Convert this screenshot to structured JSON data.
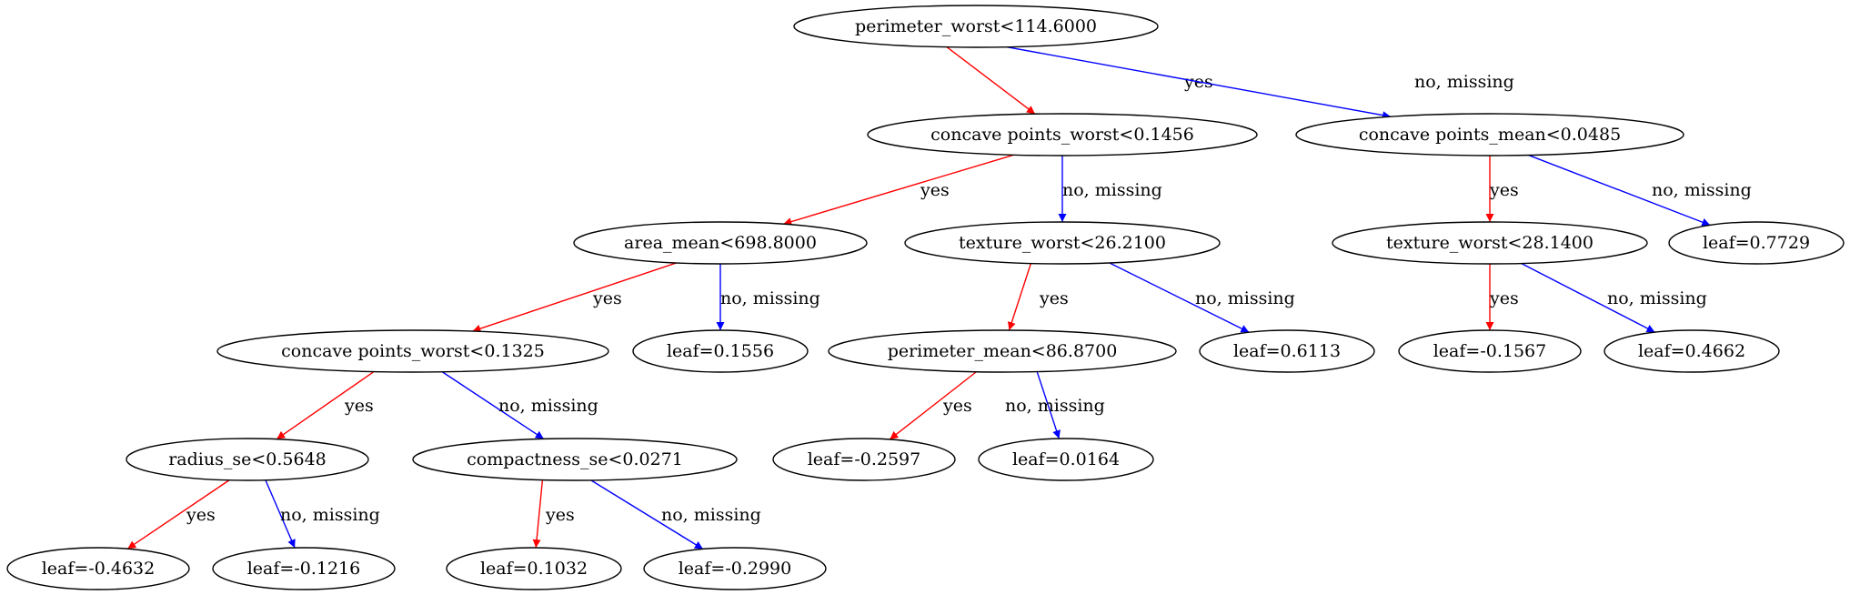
{
  "colors": {
    "yes": "#ff0000",
    "no": "#0000ff",
    "node_stroke": "#000000"
  },
  "nodes": [
    {
      "id": "n0",
      "label": "perimeter_worst<114.6000"
    },
    {
      "id": "n1",
      "label": "concave points_worst<0.1456"
    },
    {
      "id": "n2",
      "label": "concave points_mean<0.0485"
    },
    {
      "id": "n3",
      "label": "area_mean<698.8000"
    },
    {
      "id": "n4",
      "label": "texture_worst<26.2100"
    },
    {
      "id": "n5",
      "label": "texture_worst<28.1400"
    },
    {
      "id": "n6",
      "label": "leaf=0.7729"
    },
    {
      "id": "n7",
      "label": "concave points_worst<0.1325"
    },
    {
      "id": "n8",
      "label": "leaf=0.1556"
    },
    {
      "id": "n9",
      "label": "perimeter_mean<86.8700"
    },
    {
      "id": "n10",
      "label": "leaf=0.6113"
    },
    {
      "id": "n11",
      "label": "leaf=-0.1567"
    },
    {
      "id": "n12",
      "label": "leaf=0.4662"
    },
    {
      "id": "n13",
      "label": "radius_se<0.5648"
    },
    {
      "id": "n14",
      "label": "compactness_se<0.0271"
    },
    {
      "id": "n15",
      "label": "leaf=-0.2597"
    },
    {
      "id": "n16",
      "label": "leaf=0.0164"
    },
    {
      "id": "n17",
      "label": "leaf=-0.4632"
    },
    {
      "id": "n18",
      "label": "leaf=-0.1216"
    },
    {
      "id": "n19",
      "label": "leaf=0.1032"
    },
    {
      "id": "n20",
      "label": "leaf=-0.2990"
    }
  ],
  "edges": [
    {
      "from": "n0",
      "to": "n1",
      "label": "yes",
      "kind": "yes"
    },
    {
      "from": "n0",
      "to": "n2",
      "label": "no, missing",
      "kind": "no"
    },
    {
      "from": "n1",
      "to": "n3",
      "label": "yes",
      "kind": "yes"
    },
    {
      "from": "n1",
      "to": "n4",
      "label": "no, missing",
      "kind": "no"
    },
    {
      "from": "n2",
      "to": "n5",
      "label": "yes",
      "kind": "yes"
    },
    {
      "from": "n2",
      "to": "n6",
      "label": "no, missing",
      "kind": "no"
    },
    {
      "from": "n3",
      "to": "n7",
      "label": "yes",
      "kind": "yes"
    },
    {
      "from": "n3",
      "to": "n8",
      "label": "no, missing",
      "kind": "no"
    },
    {
      "from": "n4",
      "to": "n9",
      "label": "yes",
      "kind": "yes"
    },
    {
      "from": "n4",
      "to": "n10",
      "label": "no, missing",
      "kind": "no"
    },
    {
      "from": "n5",
      "to": "n11",
      "label": "yes",
      "kind": "yes"
    },
    {
      "from": "n5",
      "to": "n12",
      "label": "no, missing",
      "kind": "no"
    },
    {
      "from": "n7",
      "to": "n13",
      "label": "yes",
      "kind": "yes"
    },
    {
      "from": "n7",
      "to": "n14",
      "label": "no, missing",
      "kind": "no"
    },
    {
      "from": "n9",
      "to": "n15",
      "label": "yes",
      "kind": "yes"
    },
    {
      "from": "n9",
      "to": "n16",
      "label": "no, missing",
      "kind": "no"
    },
    {
      "from": "n13",
      "to": "n17",
      "label": "yes",
      "kind": "yes"
    },
    {
      "from": "n13",
      "to": "n18",
      "label": "no, missing",
      "kind": "no"
    },
    {
      "from": "n14",
      "to": "n19",
      "label": "yes",
      "kind": "yes"
    },
    {
      "from": "n14",
      "to": "n20",
      "label": "no, missing",
      "kind": "no"
    }
  ]
}
